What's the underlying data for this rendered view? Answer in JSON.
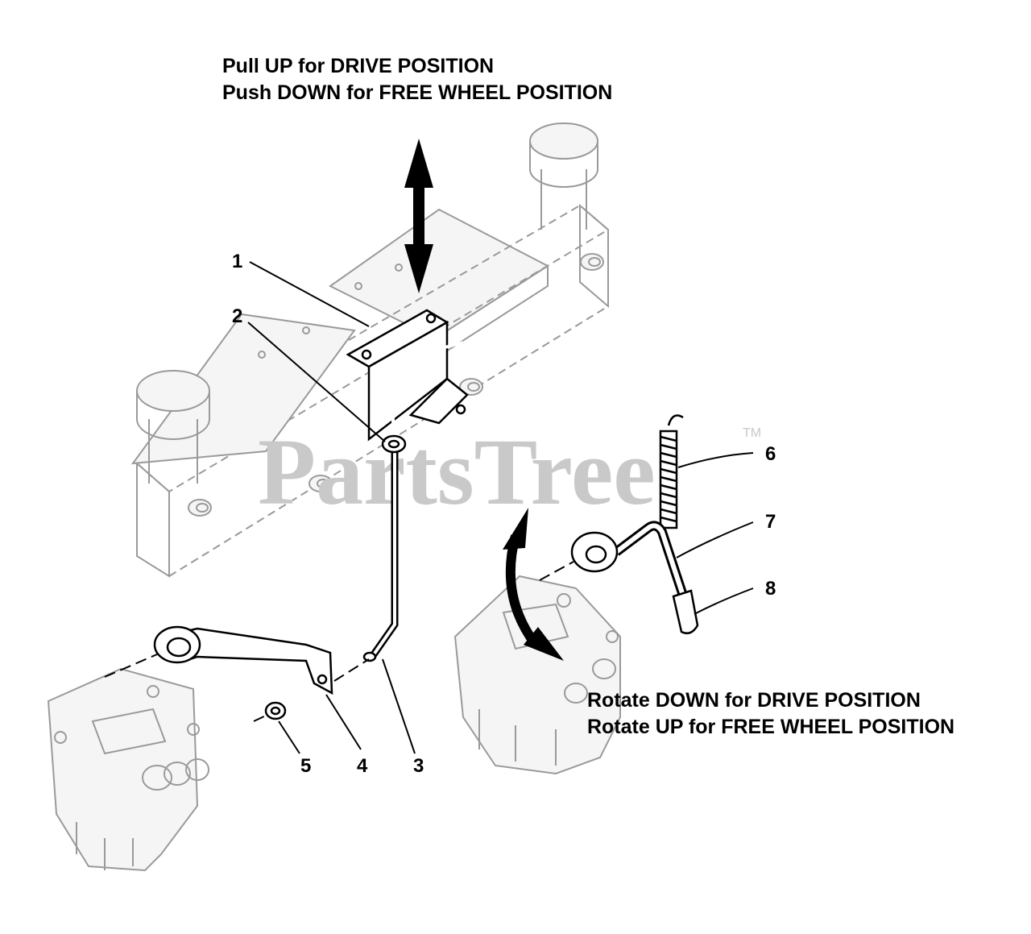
{
  "notes": {
    "top_line1": "Pull UP for DRIVE POSITION",
    "top_line2": "Push DOWN for FREE WHEEL POSITION",
    "right_line1": "Rotate DOWN for DRIVE POSITION",
    "right_line2": "Rotate UP for FREE WHEEL POSITION"
  },
  "callouts": [
    "1",
    "2",
    "3",
    "4",
    "5",
    "6",
    "7",
    "8"
  ],
  "watermark": {
    "text": "PartsTree",
    "tm": "TM"
  }
}
